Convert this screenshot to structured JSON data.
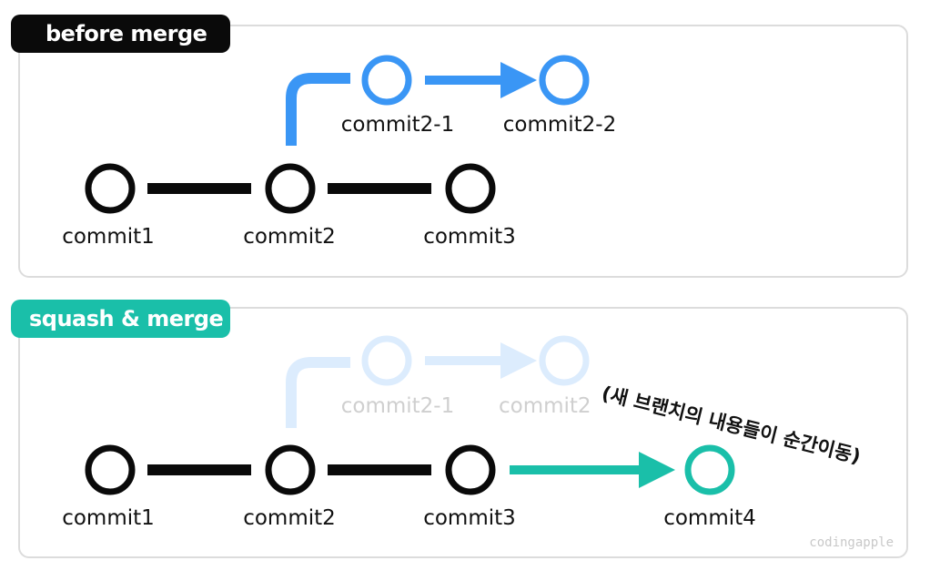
{
  "colors": {
    "black": "#0a0a0a",
    "blue": "#3a96f5",
    "blue_faded": "#dcecfd",
    "teal": "#1abfa9",
    "faded_text": "#cfcfcf"
  },
  "before_merge": {
    "tag": "before merge",
    "main_commits": [
      "commit1",
      "commit2",
      "commit3"
    ],
    "branch_commits": [
      "commit2-1",
      "commit2-2"
    ]
  },
  "squash_merge": {
    "tag": "squash & merge",
    "main_commits": [
      "commit1",
      "commit2",
      "commit3"
    ],
    "branch_commits": [
      "commit2-1",
      "commit2"
    ],
    "new_commit": "commit4",
    "annotation": "(새 브랜치의 내용들이 순간이동)"
  },
  "watermark": "codingapple"
}
